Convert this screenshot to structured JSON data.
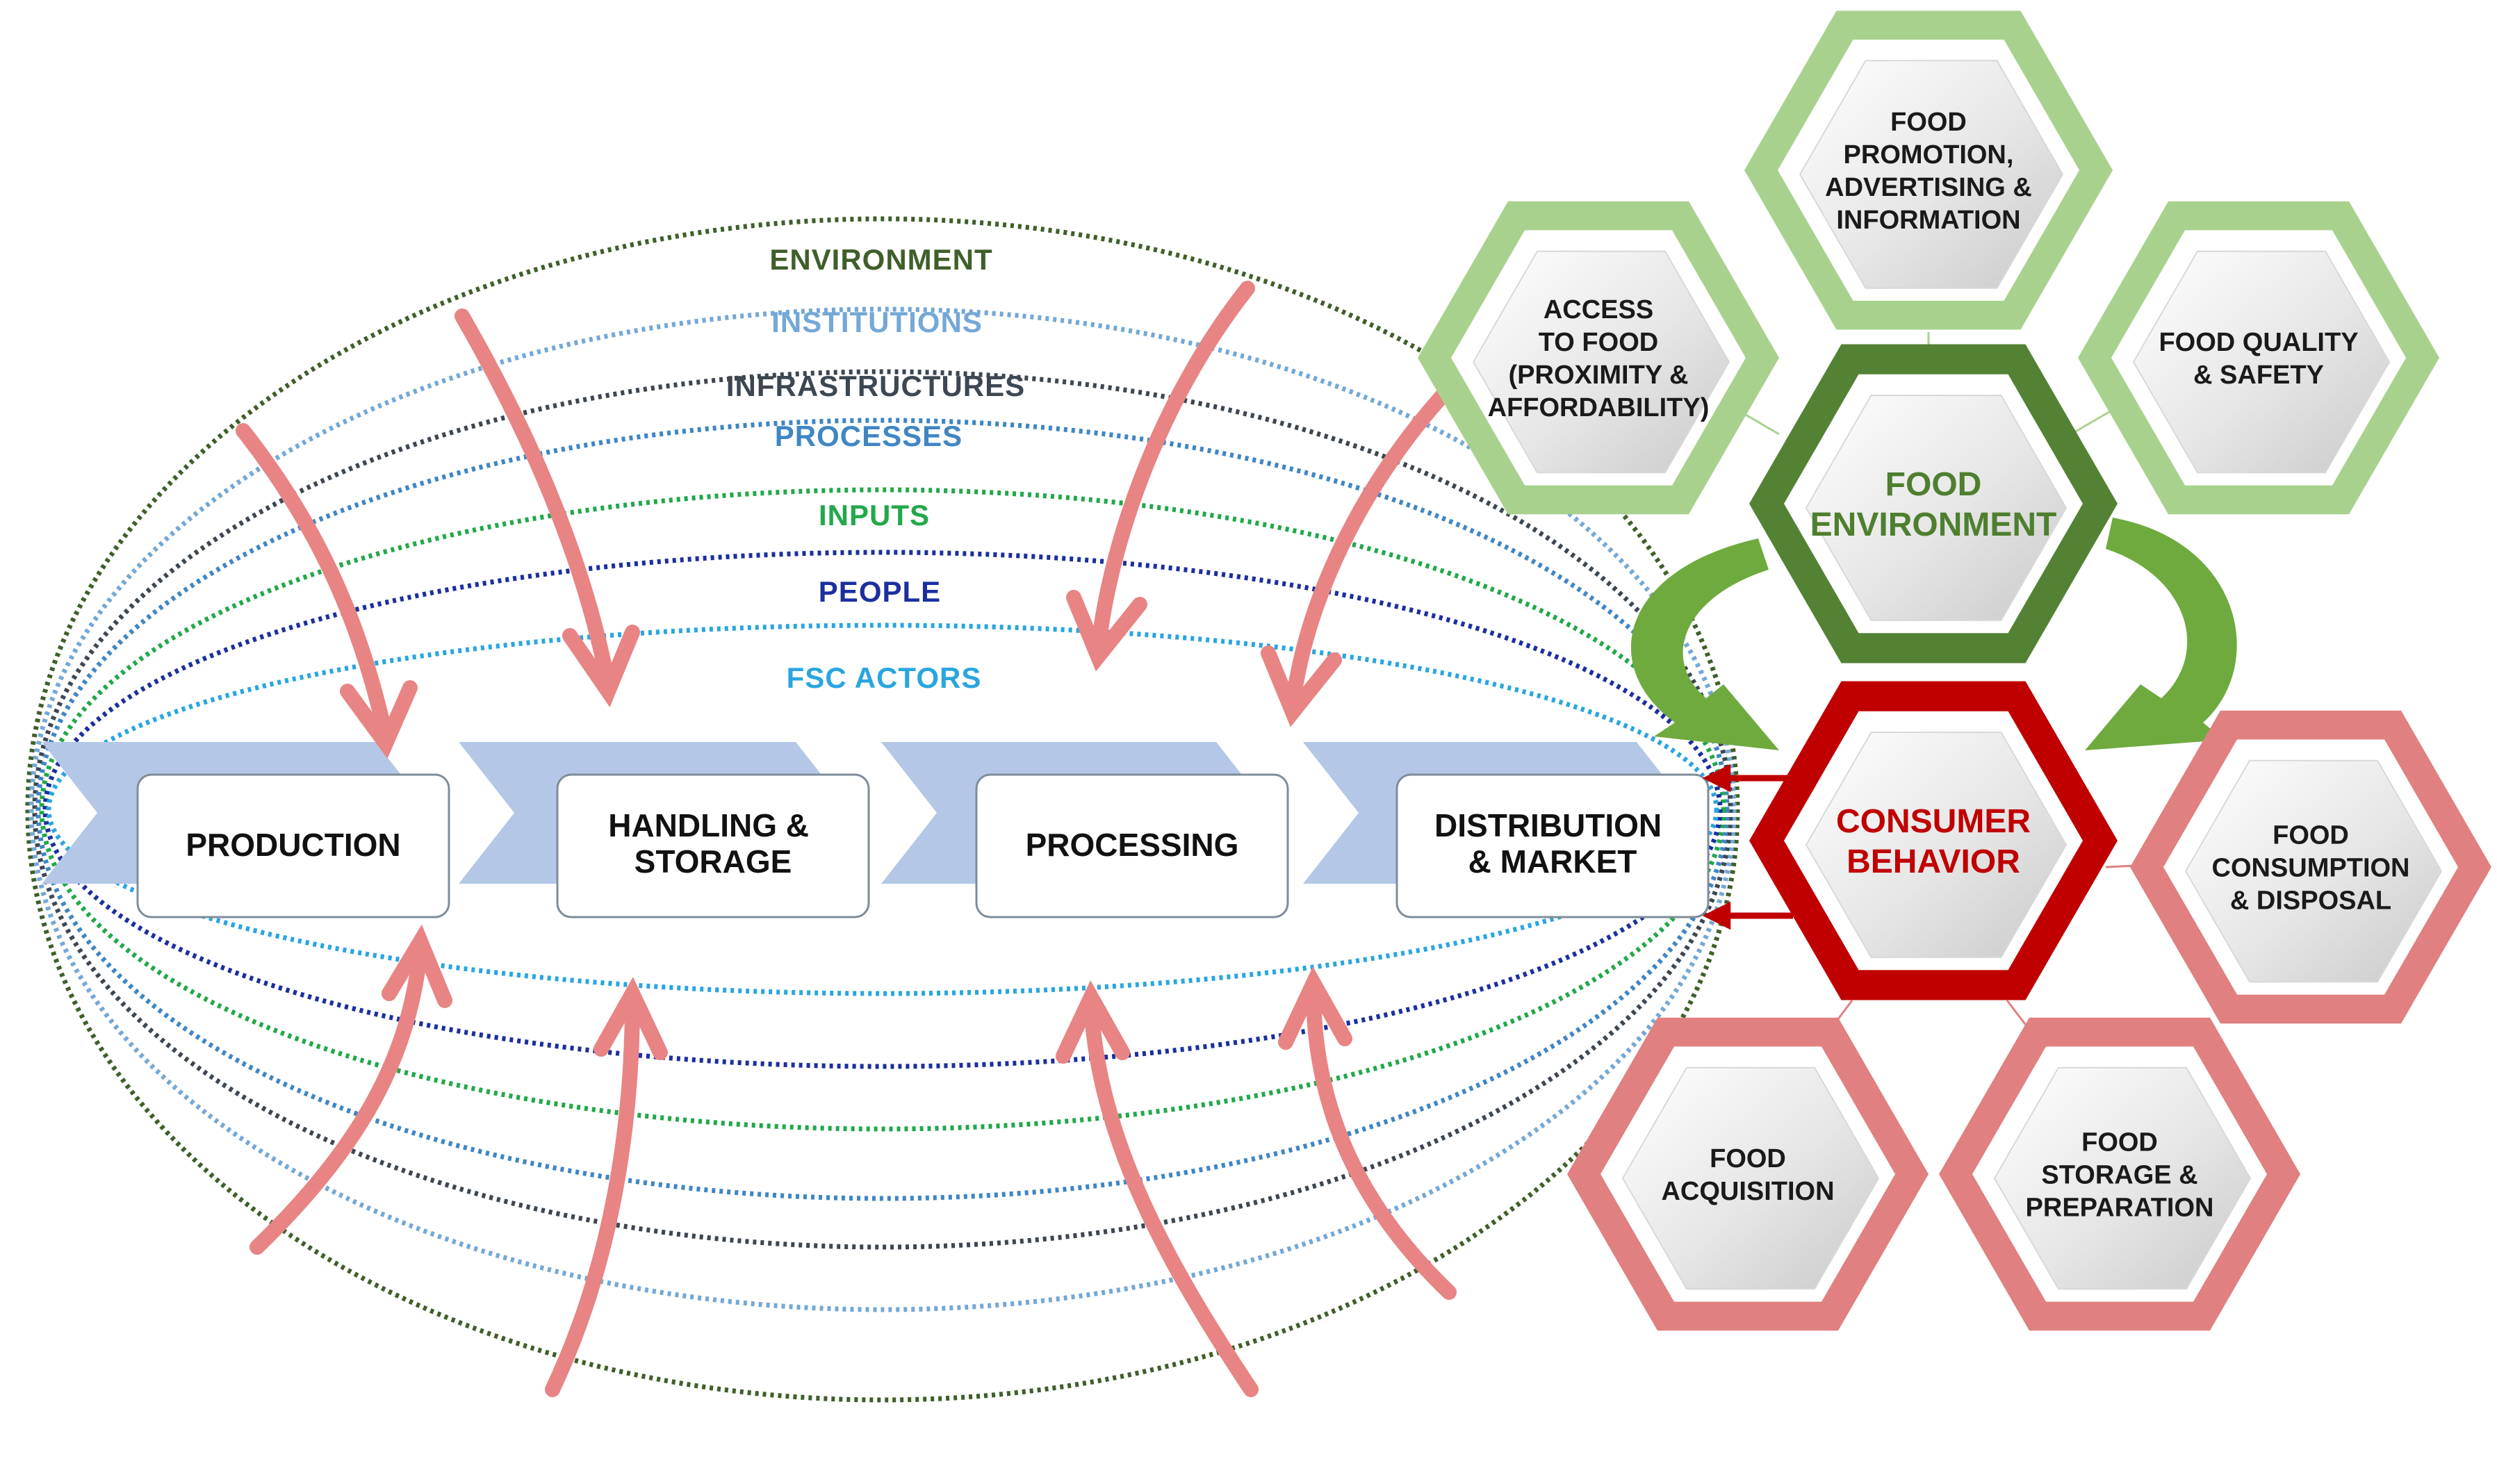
{
  "rings": [
    {
      "label": "ENVIRONMENT",
      "color": "#3f5f2a"
    },
    {
      "label": "INSTITUTIONS",
      "color": "#74a8d6"
    },
    {
      "label": "INFRASTRUCTURES",
      "color": "#3d4752"
    },
    {
      "label": "PROCESSES",
      "color": "#3f86c4"
    },
    {
      "label": "INPUTS",
      "color": "#22a84a"
    },
    {
      "label": "PEOPLE",
      "color": "#1c2f9e"
    },
    {
      "label": "FSC ACTORS",
      "color": "#2aa6de"
    }
  ],
  "stages": [
    {
      "lines": [
        "PRODUCTION"
      ]
    },
    {
      "lines": [
        "HANDLING &",
        "STORAGE"
      ]
    },
    {
      "lines": [
        "PROCESSING"
      ]
    },
    {
      "lines": [
        "DISTRIBUTION",
        "& MARKET"
      ]
    }
  ],
  "food_environment": {
    "center": [
      "FOOD",
      "ENVIRONMENT"
    ],
    "satellites": [
      {
        "lines": [
          "FOOD",
          "PROMOTION,",
          "ADVERTISING &",
          "INFORMATION"
        ]
      },
      {
        "lines": [
          "ACCESS",
          "TO FOOD",
          "(PROXIMITY &",
          "AFFORDABILITY)"
        ]
      },
      {
        "lines": [
          "FOOD QUALITY",
          "& SAFETY"
        ]
      }
    ]
  },
  "consumer_behavior": {
    "center": [
      "CONSUMER",
      "BEHAVIOR"
    ],
    "satellites": [
      {
        "lines": [
          "FOOD",
          "CONSUMPTION",
          "& DISPOSAL"
        ]
      },
      {
        "lines": [
          "FOOD",
          "ACQUISITION"
        ]
      },
      {
        "lines": [
          "FOOD",
          "STORAGE &",
          "PREPARATION"
        ]
      }
    ]
  },
  "colors": {
    "light_green": "#a9d18e",
    "dark_green": "#548235",
    "light_red": "#e08080",
    "dark_red": "#c00000",
    "chevron": "#b4c7e7",
    "arrow": "#e88484"
  }
}
